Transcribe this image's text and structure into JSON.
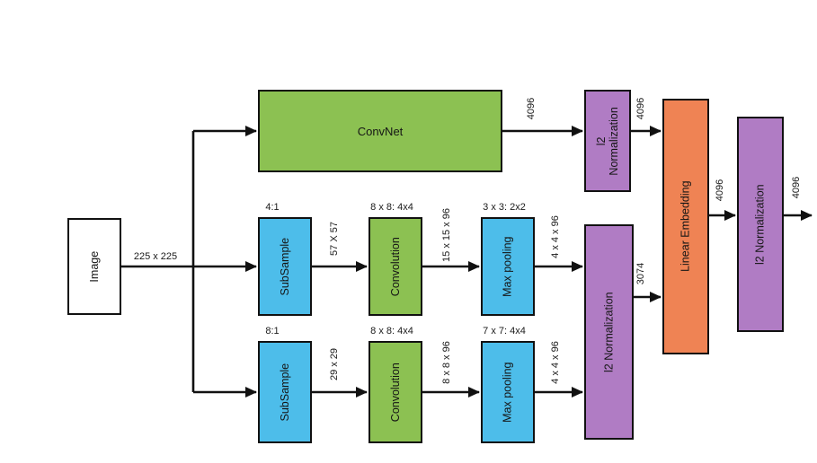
{
  "colors": {
    "green": "#8CC152",
    "blue": "#4DBDEA",
    "purple": "#B07CC4",
    "orange": "#EF8354",
    "box-border": "#111111",
    "line": "#111111",
    "text": "#1a1a1a",
    "background": "#ffffff"
  },
  "input": {
    "label": "Image",
    "dimensions": "225 x 225"
  },
  "top_path": {
    "convnet_label": "ConvNet",
    "convnet_out": "4096",
    "l2norm_line1": "l2",
    "l2norm_line2": "Normalization",
    "l2norm_out": "4096"
  },
  "middle_path": {
    "subsample_ratio": "4:1",
    "subsample_label": "SubSample",
    "subsample_out": "57 X 57",
    "conv_params": "8 x 8: 4x4",
    "conv_label": "Convolution",
    "conv_out": "15 x 15 x 96",
    "pool_params": "3 x 3: 2x2",
    "pool_label": "Max pooling",
    "pool_out": "4 x 4 x 96"
  },
  "bottom_path": {
    "subsample_ratio": "8:1",
    "subsample_label": "SubSample",
    "subsample_out": "29 x 29",
    "conv_params": "8 x 8: 4x4",
    "conv_label": "Convolution",
    "conv_out": "8 x 8 x 96",
    "pool_params": "7 x 7: 4x4",
    "pool_label": "Max pooling",
    "pool_out": "4 x 4 x 96"
  },
  "merge": {
    "l2norm_label": "l2 Normalization",
    "l2norm_out": "3074"
  },
  "embedding": {
    "label": "Linear Embedding",
    "out": "4096"
  },
  "final": {
    "l2norm_label": "l2 Normalization",
    "out": "4096"
  }
}
